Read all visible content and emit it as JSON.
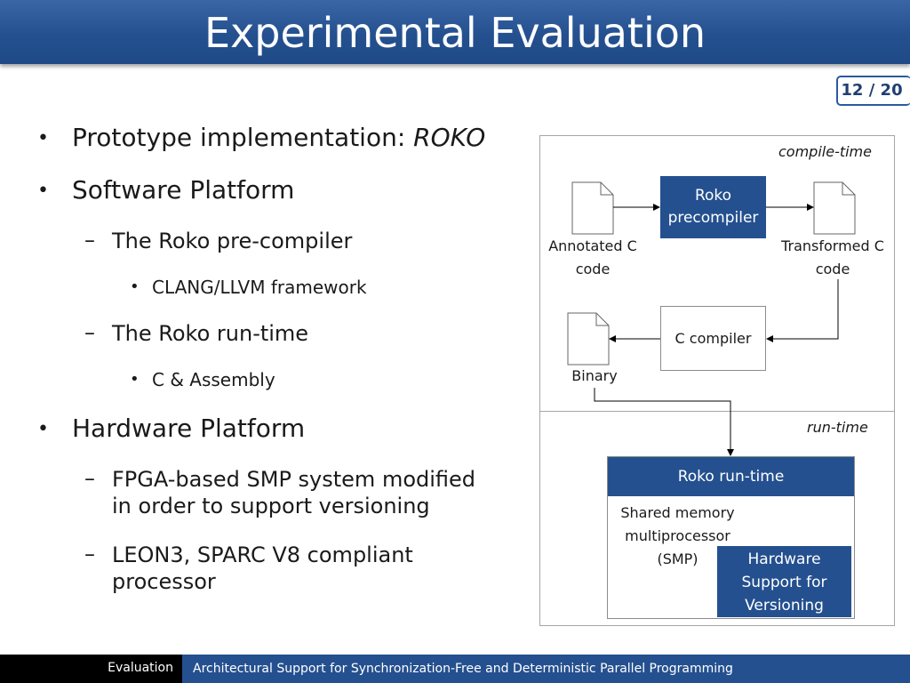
{
  "slide": {
    "title": "Experimental Evaluation",
    "page_indicator": "12 / 20"
  },
  "bullets": {
    "prototype_prefix": "Prototype implementation: ",
    "prototype_name": "ROKO",
    "software_platform": "Software Platform",
    "precompiler": "The Roko pre-compiler",
    "clang": "CLANG/LLVM framework",
    "runtime": "The Roko run-time",
    "c_asm": "C & Assembly",
    "hardware_platform": "Hardware Platform",
    "fpga_line1": "FPGA-based SMP system modified",
    "fpga_line2": "in order to support versioning",
    "leon_line1": "LEON3, SPARC V8 compliant",
    "leon_line2": "processor"
  },
  "diagram": {
    "compile_time_label": "compile-time",
    "run_time_label": "run-time",
    "annotated_c_line1": "Annotated C",
    "annotated_c_line2": "code",
    "precompiler_line1": "Roko",
    "precompiler_line2": "precompiler",
    "transformed_c_line1": "Transformed C",
    "transformed_c_line2": "code",
    "c_compiler": "C compiler",
    "binary": "Binary",
    "roko_runtime": "Roko run-time",
    "smp_line1": "Shared memory",
    "smp_line2": "multiprocessor",
    "smp_line3": "(SMP)",
    "hw_line1": "Hardware",
    "hw_line2": "Support for",
    "hw_line3": "Versioning"
  },
  "footer": {
    "section": "Evaluation",
    "talk_title": "Architectural Support for Synchronization-Free and Deterministic Parallel Programming"
  },
  "colors": {
    "brand_blue": "#24508f",
    "footer_black": "#000000"
  }
}
